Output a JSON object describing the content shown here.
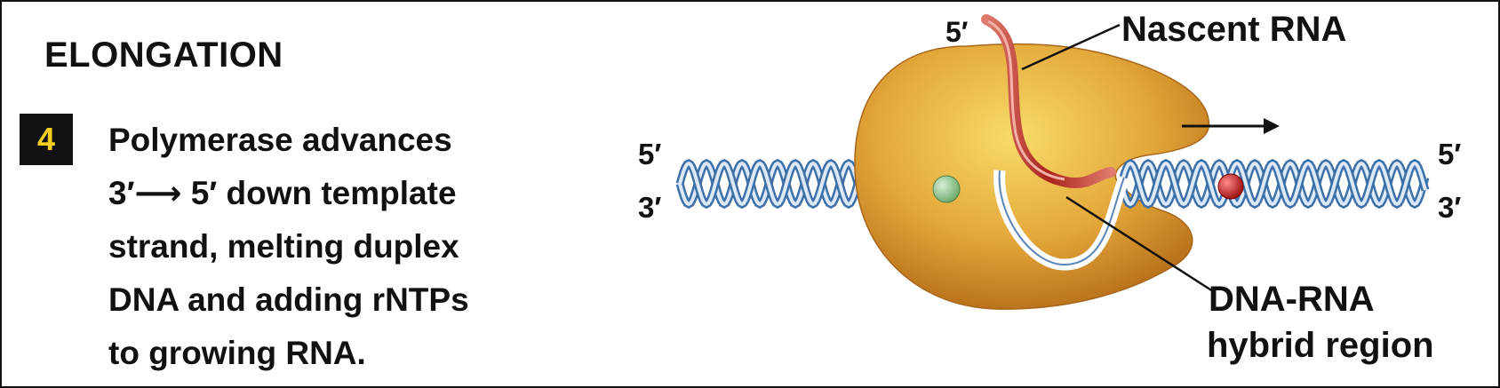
{
  "panel": {
    "heading": "ELONGATION",
    "step_number": "4",
    "step_lines": [
      "Polymerase advances",
      "3′⟶ 5′ down template",
      "strand, melting duplex",
      "DNA and adding rNTPs",
      "to growing RNA."
    ]
  },
  "diagram": {
    "labels": {
      "nascent_rna": "Nascent RNA",
      "rna_five_prime": "5′",
      "left_top_end": "5′",
      "left_bottom_end": "3′",
      "right_top_end": "5′",
      "right_bottom_end": "3′",
      "hybrid_line1": "DNA-RNA",
      "hybrid_line2": "hybrid region"
    },
    "colors": {
      "polymerase": "#e0a233",
      "dna_strand": "#3d6fa8",
      "rna_strand": "#b3362b",
      "badge_text": "#f5cf1d",
      "green_nucleotide": "#8ac48a",
      "red_nucleotide": "#c41a1a"
    },
    "direction_arrow": "right"
  }
}
